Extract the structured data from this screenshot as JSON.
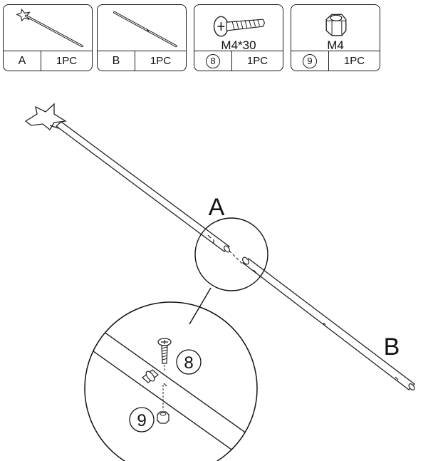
{
  "parts": [
    {
      "id": "A",
      "code": "A",
      "qty": "1PC",
      "icon": "star-rod-icon"
    },
    {
      "id": "B",
      "code": "B",
      "qty": "1PC",
      "icon": "rod-icon"
    },
    {
      "id": "8",
      "caption": "M4*30",
      "code": "8",
      "qty": "1PC",
      "icon": "screw-icon"
    },
    {
      "id": "9",
      "caption": "M4",
      "code": "9",
      "qty": "1PC",
      "icon": "hex-nut-icon"
    }
  ],
  "diagram": {
    "label_a": "A",
    "label_b": "B",
    "callout_screw": "8",
    "callout_nut": "9"
  }
}
